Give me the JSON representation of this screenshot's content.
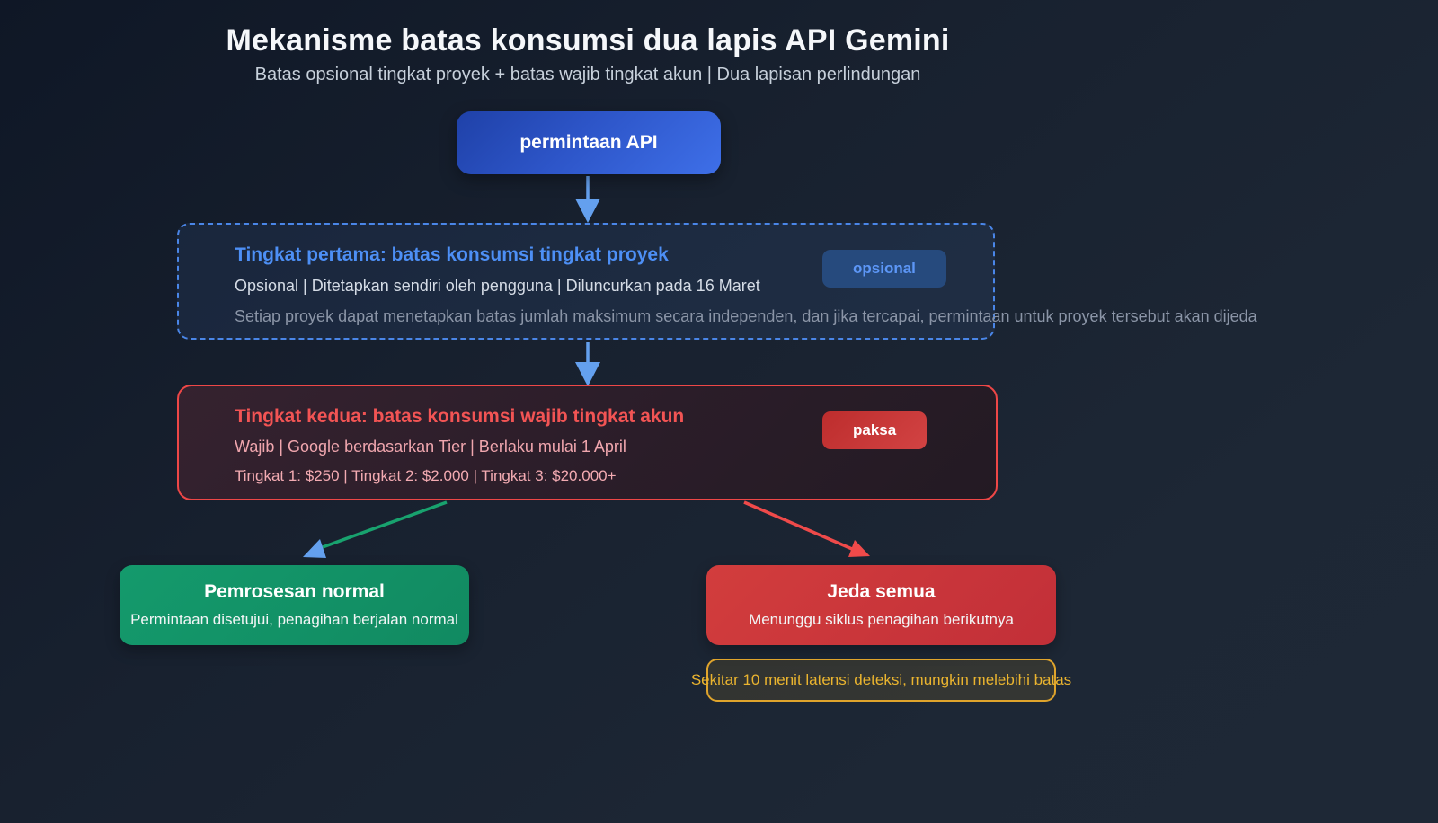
{
  "header": {
    "title": "Mekanisme batas konsumsi dua lapis API Gemini",
    "subtitle": "Batas opsional tingkat proyek + batas wajib tingkat akun | Dua lapisan perlindungan"
  },
  "flow": {
    "start": {
      "label": "permintaan API"
    },
    "tier1": {
      "title": "Tingkat pertama: batas konsumsi tingkat proyek",
      "badge": "opsional",
      "meta": "Opsional | Ditetapkan sendiri oleh pengguna | Diluncurkan pada 16 Maret",
      "description": "Setiap proyek dapat menetapkan batas jumlah maksimum secara independen, dan jika tercapai, permintaan untuk proyek tersebut akan dijeda"
    },
    "tier2": {
      "title": "Tingkat kedua: batas konsumsi wajib tingkat akun",
      "badge": "paksa",
      "meta": "Wajib | Google berdasarkan Tier | Berlaku mulai 1 April",
      "tiers": "Tingkat 1: $250 | Tingkat 2: $2.000 | Tingkat 3: $20.000+"
    },
    "outcome_normal": {
      "title": "Pemrosesan normal",
      "subtitle": "Permintaan disetujui, penagihan berjalan normal"
    },
    "outcome_pause": {
      "title": "Jeda semua",
      "subtitle": "Menunggu siklus penagihan berikutnya"
    },
    "note": "Sekitar 10 menit latensi deteksi, mungkin melebihi batas"
  },
  "colors": {
    "arrow_blue": "#64a0ee",
    "arrow_green": "#18a26e",
    "arrow_red": "#ef4a4a",
    "accent_blue": "#4d8ff5",
    "accent_red": "#f25454",
    "accent_green": "#149a6c",
    "accent_gold": "#eab42f"
  }
}
